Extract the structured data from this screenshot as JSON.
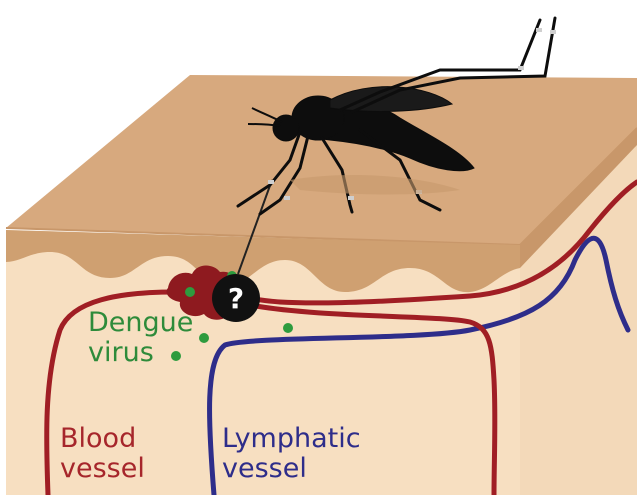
{
  "labels": {
    "dengue_virus": "Dengue\nvirus",
    "blood_vessel": "Blood\nvessel",
    "lymphatic_vessel": "Lymphatic\nvessel",
    "unknown_marker": "?"
  },
  "colors": {
    "skin_top": "#d6a77e",
    "skin_side": "#f4d7b5",
    "skin_right": "#f7e0c4",
    "dermis_wave": "#c89a6d",
    "blood_vessel": "#a01e24",
    "lymphatic_vessel": "#2e2d8a",
    "virus": "#2e9b3e",
    "virus_label": "#2e8b3a",
    "blood_label": "#a6262b",
    "lymph_label": "#2e2d8a",
    "mosquito": "#0d0d0d",
    "bleed": "#8e1a1f"
  },
  "icons": [
    "mosquito-icon",
    "question-marker"
  ]
}
